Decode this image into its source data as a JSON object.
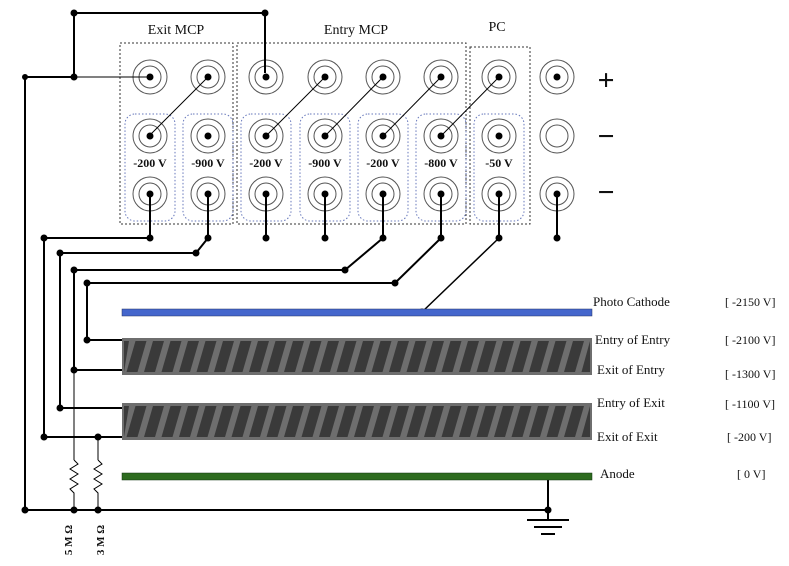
{
  "groups": {
    "exit_mcp": "Exit MCP",
    "entry_mcp": "Entry MCP",
    "pc": "PC"
  },
  "polarity": {
    "plus": "+",
    "minus_1": "−",
    "minus_2": "−"
  },
  "supplies": [
    "-200 V",
    "-900 V",
    "-200 V",
    "-900 V",
    "-200 V",
    "-800 V",
    "-50 V"
  ],
  "layers": [
    {
      "name": "Photo Cathode",
      "voltage": "[ -2150 V]"
    },
    {
      "name": "Entry of Entry",
      "voltage": "[ -2100 V]"
    },
    {
      "name": "Exit of Entry",
      "voltage": "[ -1300 V]"
    },
    {
      "name": "Entry of Exit",
      "voltage": "[ -1100 V]"
    },
    {
      "name": "Exit of Exit",
      "voltage": "[ -200 V]"
    },
    {
      "name": "Anode",
      "voltage": "[ 0 V]"
    }
  ],
  "resistors": [
    "5 M Ω",
    "3 M Ω"
  ],
  "colors": {
    "photocathode": "#4466cc",
    "anode": "#2d6b1f",
    "mcp": "#555555",
    "wire": "#000000",
    "box": "#333333"
  }
}
